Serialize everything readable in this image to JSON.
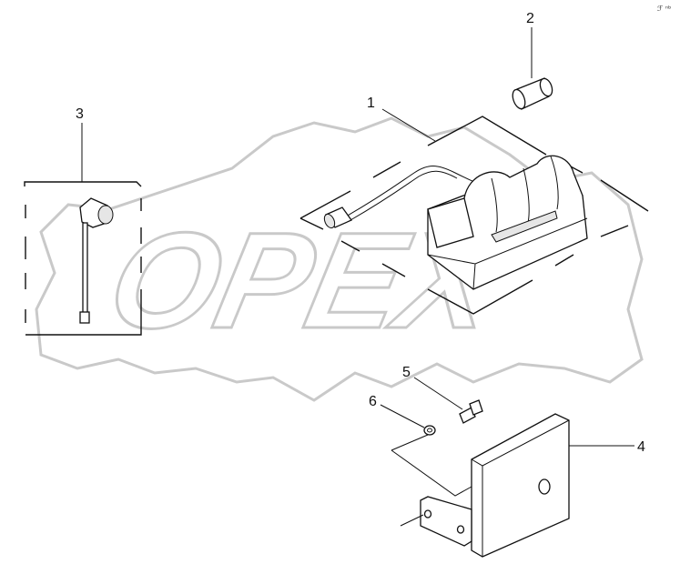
{
  "watermark": {
    "text": "OPEX"
  },
  "callouts": {
    "part_1": "1",
    "part_2": "2",
    "part_3": "3",
    "part_4": "4",
    "part_5": "5",
    "part_6": "6"
  },
  "corner_mark": {
    "text": "ℱ ⁿᵇ"
  }
}
